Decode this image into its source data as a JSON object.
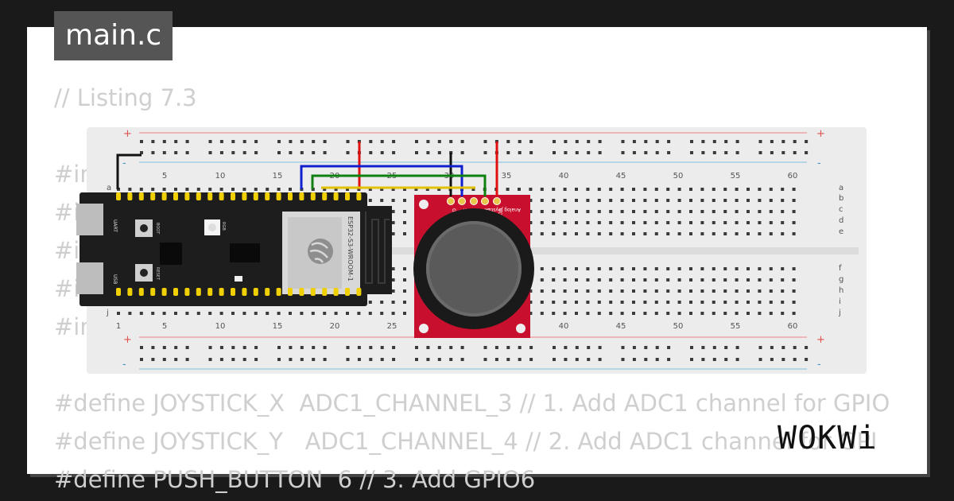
{
  "file_tab": "main.c",
  "code_lines": [
    "// Listing 7.3",
    "#in",
    "#in",
    "#in",
    "#in",
    "#in",
    "#define JOYSTICK_X  ADC1_CHANNEL_3 // 1. Add ADC1 channel for GPIO",
    "#define JOYSTICK_Y   ADC1_CHANNEL_4 // 2. Add ADC1 channel for GPI",
    "#define PUSH_BUTTON  6 // 3. Add GPIO6"
  ],
  "breadboard": {
    "top_numbers": [
      "5",
      "10",
      "15",
      "20",
      "25",
      "30",
      "35",
      "40",
      "45",
      "50",
      "55",
      "60"
    ],
    "bottom_numbers": [
      "1",
      "5",
      "10",
      "15",
      "20",
      "25",
      "30",
      "35",
      "40",
      "45",
      "50",
      "55",
      "60"
    ],
    "rows_right_top": [
      "a",
      "b",
      "c",
      "d",
      "e"
    ],
    "rows_right_bottom": [
      "f",
      "g",
      "h",
      "i",
      "j"
    ],
    "row_left_top": "a",
    "row_left_bottom": "j",
    "plus": "+",
    "minus": "-"
  },
  "esp32": {
    "module_label": "ESP32-S3-WROOM-1",
    "port_top": "UART",
    "port_bottom": "USB",
    "btn1": "BOOT",
    "btn2": "RESET",
    "led": "RGB"
  },
  "joystick": {
    "title": "Analog Joystick",
    "pins": [
      "VCC",
      "VERT",
      "HORZ",
      "SEL",
      "GND"
    ]
  },
  "wires": {
    "blue": "#1020d0",
    "green": "#108010",
    "red": "#e01010",
    "black": "#111111",
    "yellow": "#e0c000"
  },
  "brand": "WOKWi"
}
